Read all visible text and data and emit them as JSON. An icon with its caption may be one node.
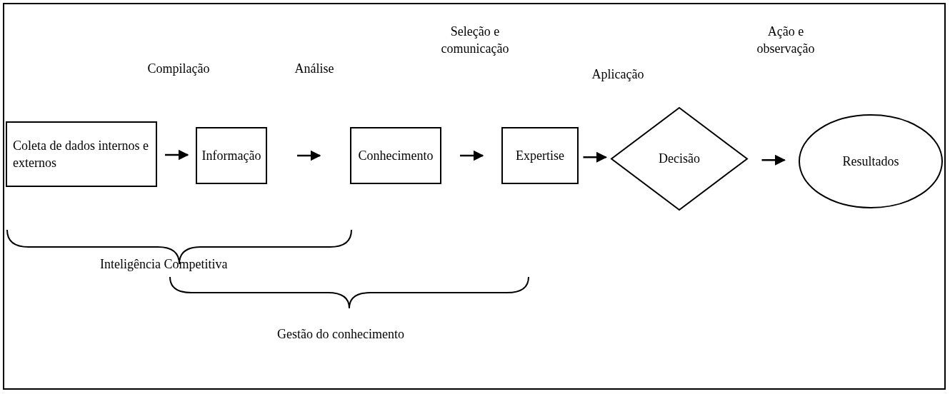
{
  "diagram": {
    "nodes": [
      {
        "text": [
          "Coleta de dados internos e externos"
        ]
      },
      {
        "text": [
          "Informação"
        ]
      },
      {
        "text": [
          "Conhecimento"
        ]
      },
      {
        "text": [
          "Expertise"
        ]
      },
      {
        "text": [
          "Decisão"
        ]
      },
      {
        "text": [
          "Resultados"
        ]
      }
    ],
    "edges": [
      {
        "from": 0,
        "to": 1,
        "arrow": "to"
      },
      {
        "from": 1,
        "to": 2,
        "arrow": "to"
      },
      {
        "from": 2,
        "to": 3,
        "arrow": "to"
      },
      {
        "from": 3,
        "to": 4,
        "arrow": "to"
      },
      {
        "from": 4,
        "to": 5,
        "arrow": "to"
      }
    ],
    "labels": [
      "Compilação",
      "Análise",
      "Seleção e comunicação",
      "Aplicação",
      "Ação e observação",
      "Inteligência Competitiva",
      "Gestão do conhecimento"
    ]
  }
}
